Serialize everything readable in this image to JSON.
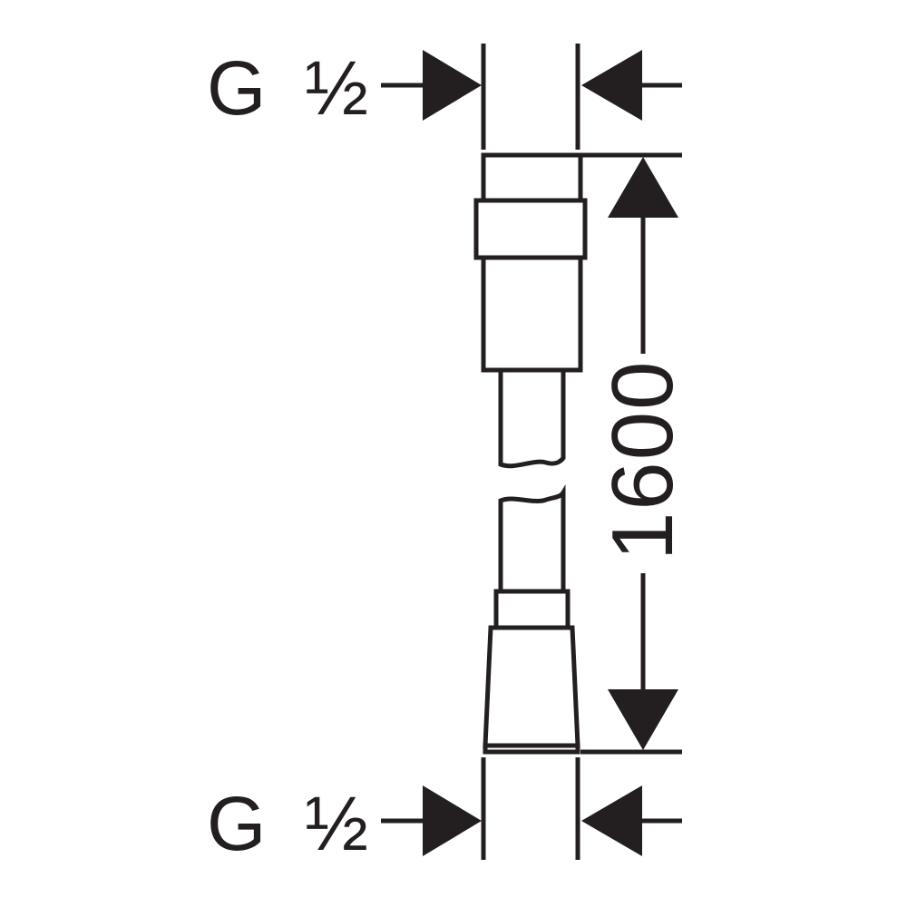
{
  "drawing": {
    "top_thread": {
      "letter": "G",
      "size": "½"
    },
    "bottom_thread": {
      "letter": "G",
      "size": "½"
    },
    "length_dimension": "1600",
    "line_color": "#231f20",
    "background_color": "#ffffff"
  }
}
